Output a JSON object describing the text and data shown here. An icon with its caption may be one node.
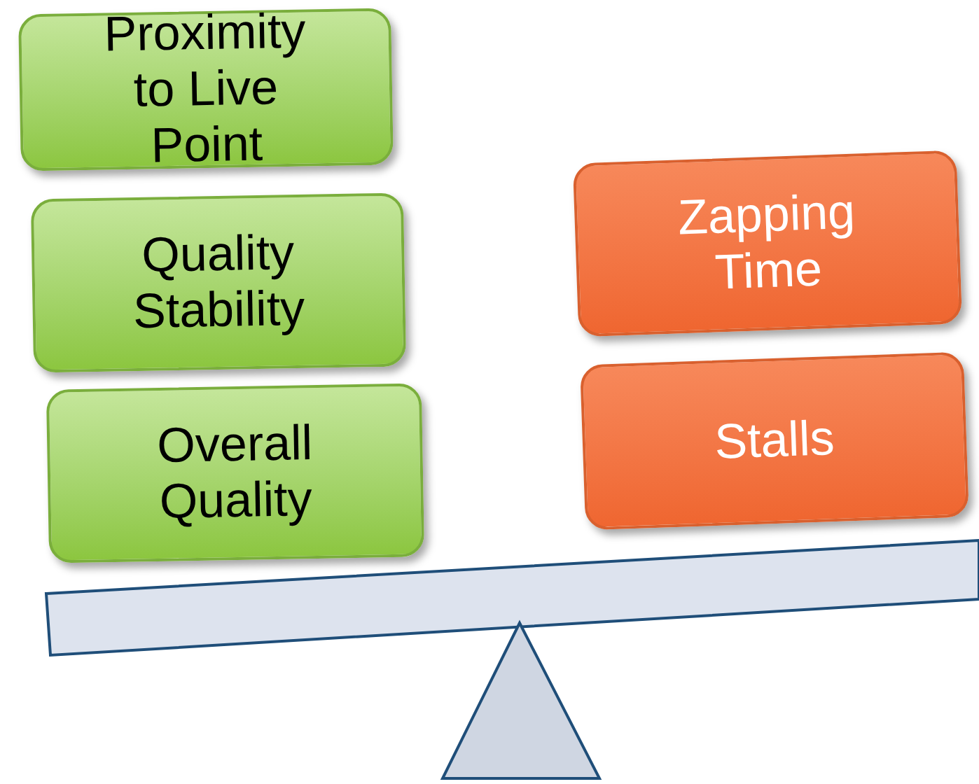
{
  "diagram": {
    "nodes": [
      {
        "text": [
          "Proximity to Live Point"
        ]
      },
      {
        "text": [
          "Quality Stability"
        ]
      },
      {
        "text": [
          "Overall Quality"
        ]
      },
      {
        "text": [
          "Zapping Time"
        ]
      },
      {
        "text": [
          "Stalls"
        ]
      }
    ]
  }
}
